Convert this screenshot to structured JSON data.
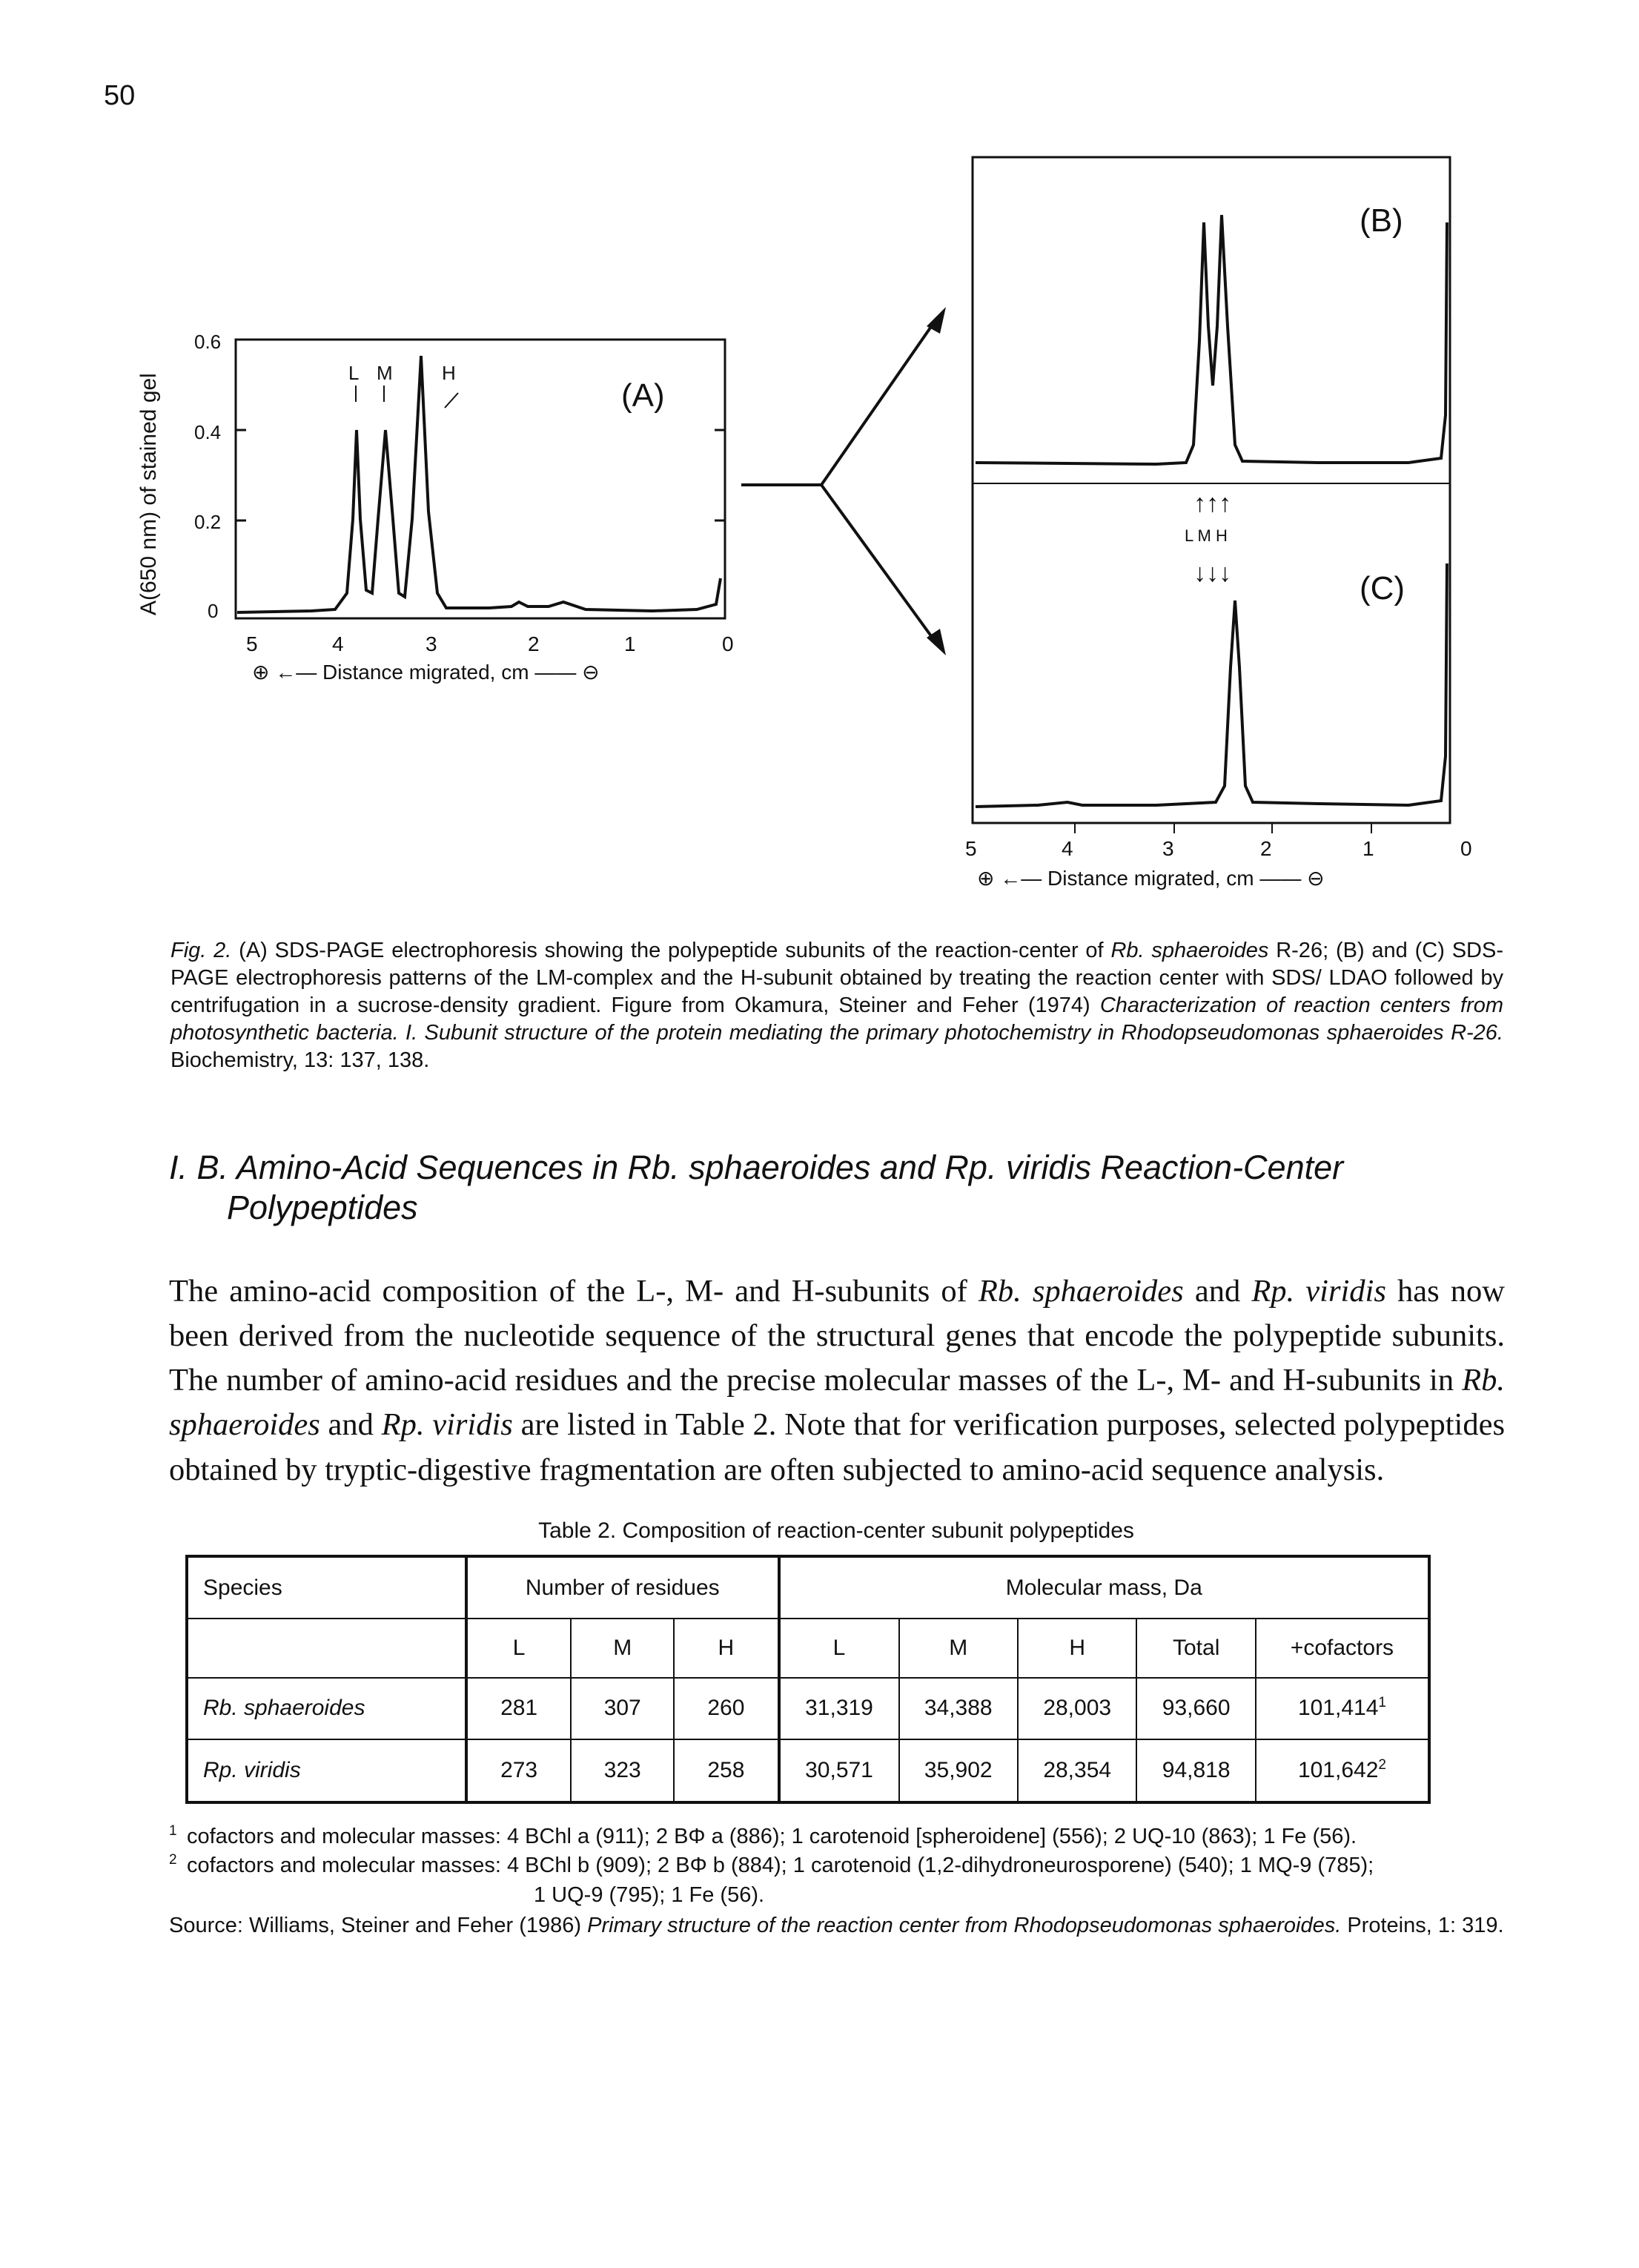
{
  "page_number": "50",
  "figure": {
    "panel_a": {
      "label": "(A)",
      "ylabel": "A(650 nm) of stained gel",
      "yticks": [
        "0.6",
        "0.4",
        "0.2",
        "0"
      ],
      "xticks": [
        "5",
        "4",
        "3",
        "2",
        "1",
        "0"
      ],
      "peak_labels": [
        "L",
        "M",
        "H"
      ],
      "xlabel": "⊕ ←— Distance migrated, cm —— ⊖"
    },
    "panel_b": {
      "label": "(B)"
    },
    "panel_c": {
      "label": "(C)"
    },
    "bc_labels": {
      "top": "L M H",
      "bottom": "L M H"
    },
    "bc_xticks": [
      "5",
      "4",
      "3",
      "2",
      "1",
      "0"
    ],
    "bc_xlabel": "⊕ ←— Distance migrated, cm —— ⊖",
    "caption": {
      "lead": "Fig. 2.",
      "p1": " (A) SDS-PAGE electrophoresis showing the polypeptide subunits of the reaction-center of ",
      "sp1": "Rb. sphaeroides",
      "p2": " R-26; (B) and (C) SDS-PAGE electrophoresis patterns of the LM-complex and the H-subunit obtained by treating the reaction center with SDS/ LDAO followed by centrifugation in a sucrose-density gradient. Figure from Okamura, Steiner and Feher (1974) ",
      "ref_title": "Characterization of reaction centers from photosynthetic bacteria. I. Subunit structure of the protein mediating the primary photochemistry in Rhodopseudomonas sphaeroides R-26.",
      "p3": " Biochemistry, 13: 137, 138."
    }
  },
  "section": {
    "heading_line1": "I. B. Amino-Acid Sequences in Rb. sphaeroides and Rp. viridis Reaction-Center",
    "heading_line2": "Polypeptides"
  },
  "body": {
    "t1": "The amino-acid composition of the L-, M- and H-subunits of ",
    "sp1": "Rb. sphaeroides",
    "t2": " and ",
    "sp2": "Rp. viridis",
    "t3": " has now been derived from the nucleotide sequence of the structural genes that encode the polypeptide subunits. The number of amino-acid residues and the precise molecular masses of the L-, M- and H-subunits in ",
    "sp3": "Rb. sphaeroides",
    "t4": " and ",
    "sp4": "Rp. viridis",
    "t5": " are listed in Table 2. Note that for verification purposes, selected polypeptides obtained by tryptic-digestive fragmentation are often subjected to amino-acid sequence analysis."
  },
  "table": {
    "title": "Table 2. Composition of reaction-center subunit polypeptides",
    "header": {
      "species": "Species",
      "residues": "Number of residues",
      "mass": "Molecular mass, Da",
      "cols": [
        "L",
        "M",
        "H",
        "L",
        "M",
        "H",
        "Total",
        "+cofactors"
      ]
    },
    "rows": [
      {
        "species": "Rb. sphaeroides",
        "cells": [
          "281",
          "307",
          "260",
          "31,319",
          "34,388",
          "28,003",
          "93,660",
          "101,414"
        ],
        "note": "1"
      },
      {
        "species": "Rp. viridis",
        "cells": [
          "273",
          "323",
          "258",
          "30,571",
          "35,902",
          "28,354",
          "94,818",
          "101,642"
        ],
        "note": "2"
      }
    ]
  },
  "footnotes": {
    "fn1_mark": "1",
    "fn1": "cofactors and molecular masses: 4 BChl a (911); 2 BΦ a (886); 1 carotenoid [spheroidene] (556); 2 UQ-10 (863); 1 Fe (56).",
    "fn2_mark": "2",
    "fn2": "cofactors and molecular masses: 4 BChl b (909); 2 BΦ b (884); 1 carotenoid (1,2-dihydroneurosporene) (540); 1 MQ-9 (785);",
    "fn2_cont": "1 UQ-9 (795); 1 Fe (56).",
    "source_lead": "Source: Williams, Steiner and Feher (1986) ",
    "source_title": "Primary structure of the reaction center from Rhodopseudomonas sphaeroides.",
    "source_tail": " Proteins, 1: 319."
  }
}
